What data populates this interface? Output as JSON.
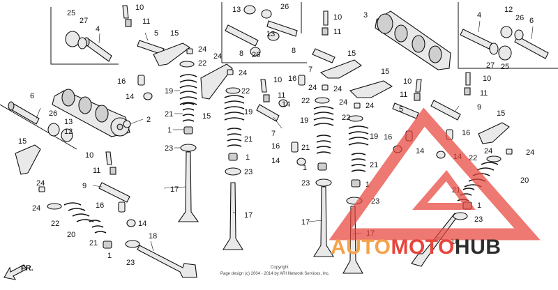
{
  "callouts": {
    "p1": "1",
    "p2": "2",
    "p3": "3",
    "p4": "4",
    "p5": "5",
    "p6": "6",
    "p7": "7",
    "p8": "8",
    "p9": "9",
    "p10": "10",
    "p11": "11",
    "p12": "12",
    "p13": "13",
    "p14": "14",
    "p15": "15",
    "p16": "16",
    "p17": "17",
    "p18": "18",
    "p19": "19",
    "p20": "20",
    "p21": "21",
    "p22": "22",
    "p23": "23",
    "p24": "24",
    "p25": "25",
    "p26": "26",
    "p27": "27"
  },
  "direction_arrow": {
    "label": "FR."
  },
  "copyright": {
    "line1": "Copyright",
    "line2": "Page design (c) 2004 - 2014 by ARI Network Services, Inc."
  },
  "watermark": {
    "text_part1": "AUTO",
    "text_part2": "MOTO",
    "text_part3": "HUB",
    "color_red": "#e8443b",
    "color_orange": "#f4a24a",
    "color_dark": "#2d2d2d"
  }
}
